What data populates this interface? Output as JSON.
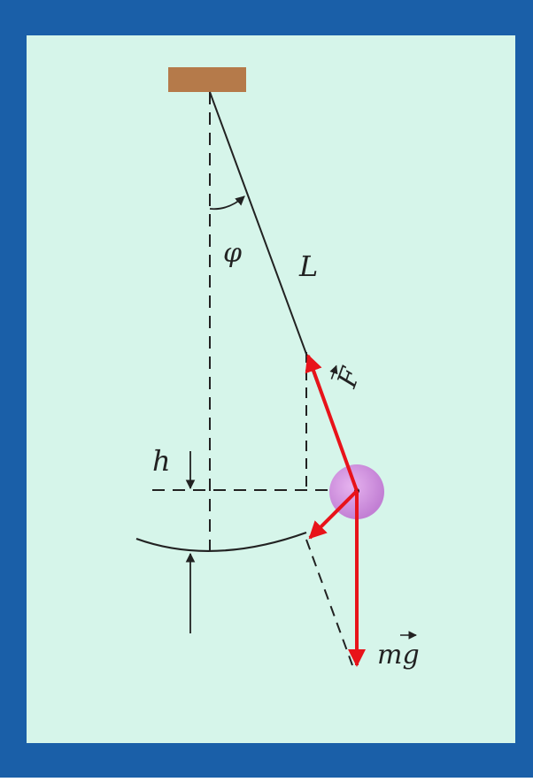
{
  "labels": {
    "angle": "φ",
    "length": "L",
    "height": "h",
    "force": "F",
    "gravity": "mg"
  },
  "colors": {
    "border": "#1a5fa8",
    "background": "#d6f5ea",
    "ceiling": "#b57a4a",
    "ball": "#c98ad8",
    "vector": "#e8131a",
    "line": "#222222"
  }
}
